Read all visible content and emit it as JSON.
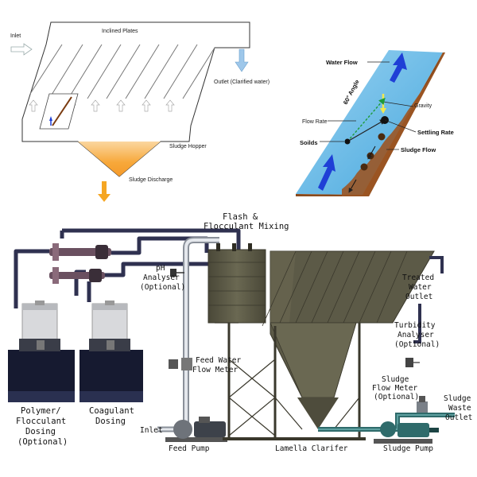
{
  "top_diagram": {
    "inlet": "Inlet",
    "inclined_plates": "Inclined Plates",
    "outlet": "Outlet (Clarified water)",
    "sludge_hopper": "Sludge Hopper",
    "sludge_discharge": "Sludge Discharge"
  },
  "plate_detail": {
    "water_flow": "Water Flow",
    "angle": "60° Angle",
    "gravity": "Gravity",
    "flow_rate": "Flow Rate",
    "settling_rate": "Settling Rate",
    "solids": "Soilds",
    "sludge_flow": "Sludge Flow"
  },
  "process": {
    "flash_mixing": [
      "Flash &",
      "Flocculant Mixing"
    ],
    "ph_analyser": [
      "pH",
      "Analyser",
      "(Optional)"
    ],
    "feed_water_meter": [
      "Feed Water",
      "Flow Meter"
    ],
    "treated_water": [
      "Treated",
      "Water",
      "Outlet"
    ],
    "turbidity": [
      "Turbidity",
      "Analyser",
      "(Optional)"
    ],
    "sludge_flow_meter": [
      "Sludge",
      "Flow Meter",
      "(Optional)"
    ],
    "sludge_waste": [
      "Sludge",
      "Waste",
      "Outlet"
    ],
    "polymer_dosing": [
      "Polymer/",
      "Flocculant",
      "Dosing",
      "(Optional)"
    ],
    "coagulant_dosing": [
      "Coagulant",
      "Dosing"
    ],
    "inlet": "Inlet",
    "feed_pump": "Feed Pump",
    "lamella_clarifier": "Lamella Clarifer",
    "sludge_pump": "Sludge Pump"
  },
  "colors": {
    "pipe_dark": "#2f3150",
    "pipe_steel": "#8a9099",
    "tank": "#5c5a47",
    "water_blue": "#6fb6e6",
    "flow_arrow": "#1f3fd6",
    "sludge_brown": "#8a4a1c",
    "sludge_orange": "#f5a623",
    "pump_teal": "#2f6b6b"
  }
}
